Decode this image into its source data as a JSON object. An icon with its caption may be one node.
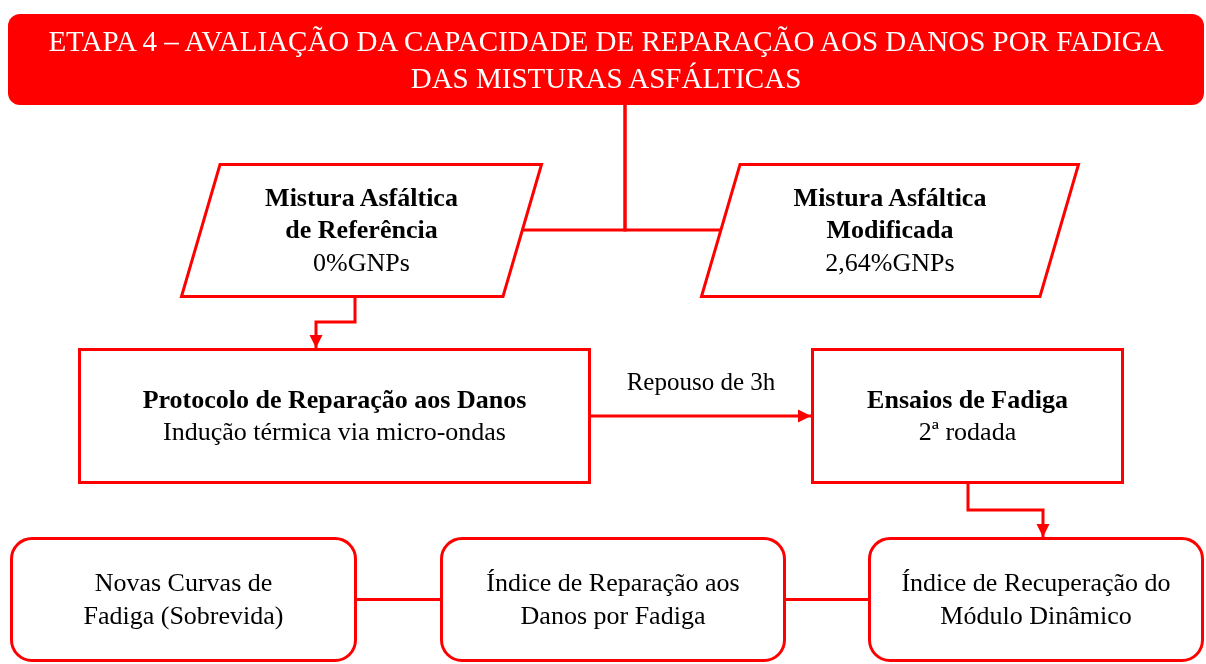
{
  "diagram": {
    "nodes": [
      {
        "text": [
          "ETAPA 4 – AVALIAÇÃO DA CAPACIDADE DE REPARAÇÃO AOS DANOS POR FADIGA DAS MISTURAS ASFÁLTICAS"
        ]
      },
      {
        "text": [
          "Mistura Asfáltica de Referência",
          "0%GNPs"
        ]
      },
      {
        "text": [
          "Mistura Asfáltica Modificada",
          "2,64%GNPs"
        ]
      },
      {
        "text": [
          "Protocolo de Reparação aos Danos",
          "Indução térmica via micro-ondas"
        ]
      },
      {
        "text": [
          "Ensaios de Fadiga",
          "2ª rodada"
        ]
      },
      {
        "text": [
          "Novas Curvas de Fadiga (Sobrevida)"
        ]
      },
      {
        "text": [
          "Índice de Reparação aos Danos por Fadiga"
        ]
      },
      {
        "text": [
          "Índice de Recuperação do Módulo Dinâmico"
        ]
      }
    ],
    "edges": [
      {
        "from": 0,
        "to": 1,
        "arrow": "none"
      },
      {
        "from": 0,
        "to": 2,
        "arrow": "none"
      },
      {
        "from": 1,
        "to": 3,
        "arrow": "to"
      },
      {
        "from": 3,
        "to": 4,
        "arrow": "to",
        "label": "Repouso de 3h"
      },
      {
        "from": 4,
        "to": 7,
        "arrow": "to"
      },
      {
        "from": 5,
        "to": 6,
        "arrow": "none"
      },
      {
        "from": 6,
        "to": 7,
        "arrow": "none"
      }
    ]
  }
}
